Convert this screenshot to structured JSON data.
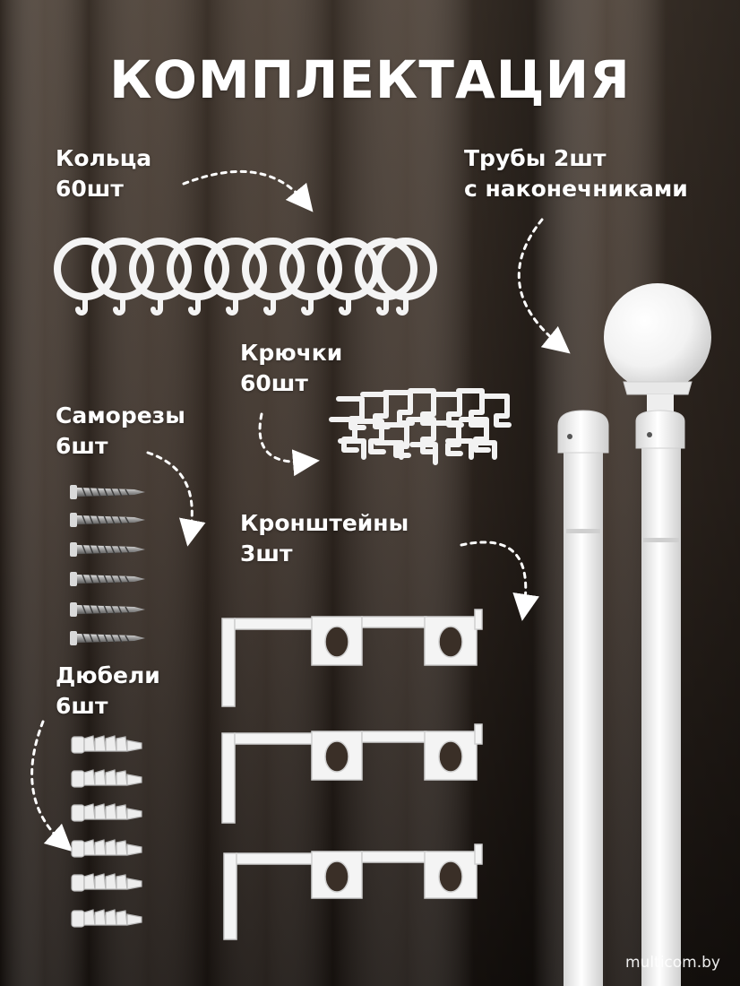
{
  "title": "КОМПЛЕКТАЦИЯ",
  "items": {
    "rings": {
      "name": "Кольца",
      "qty": "60шт"
    },
    "rods": {
      "name": "Трубы 2шт",
      "qty": "с наконечниками"
    },
    "hooks": {
      "name": "Крючки",
      "qty": "60шт"
    },
    "screws": {
      "name": "Саморезы",
      "qty": "6шт"
    },
    "brackets": {
      "name": "Кронштейны",
      "qty": "3шт"
    },
    "dowels": {
      "name": "Дюбели",
      "qty": "6шт"
    }
  },
  "watermark": "multicom.by"
}
